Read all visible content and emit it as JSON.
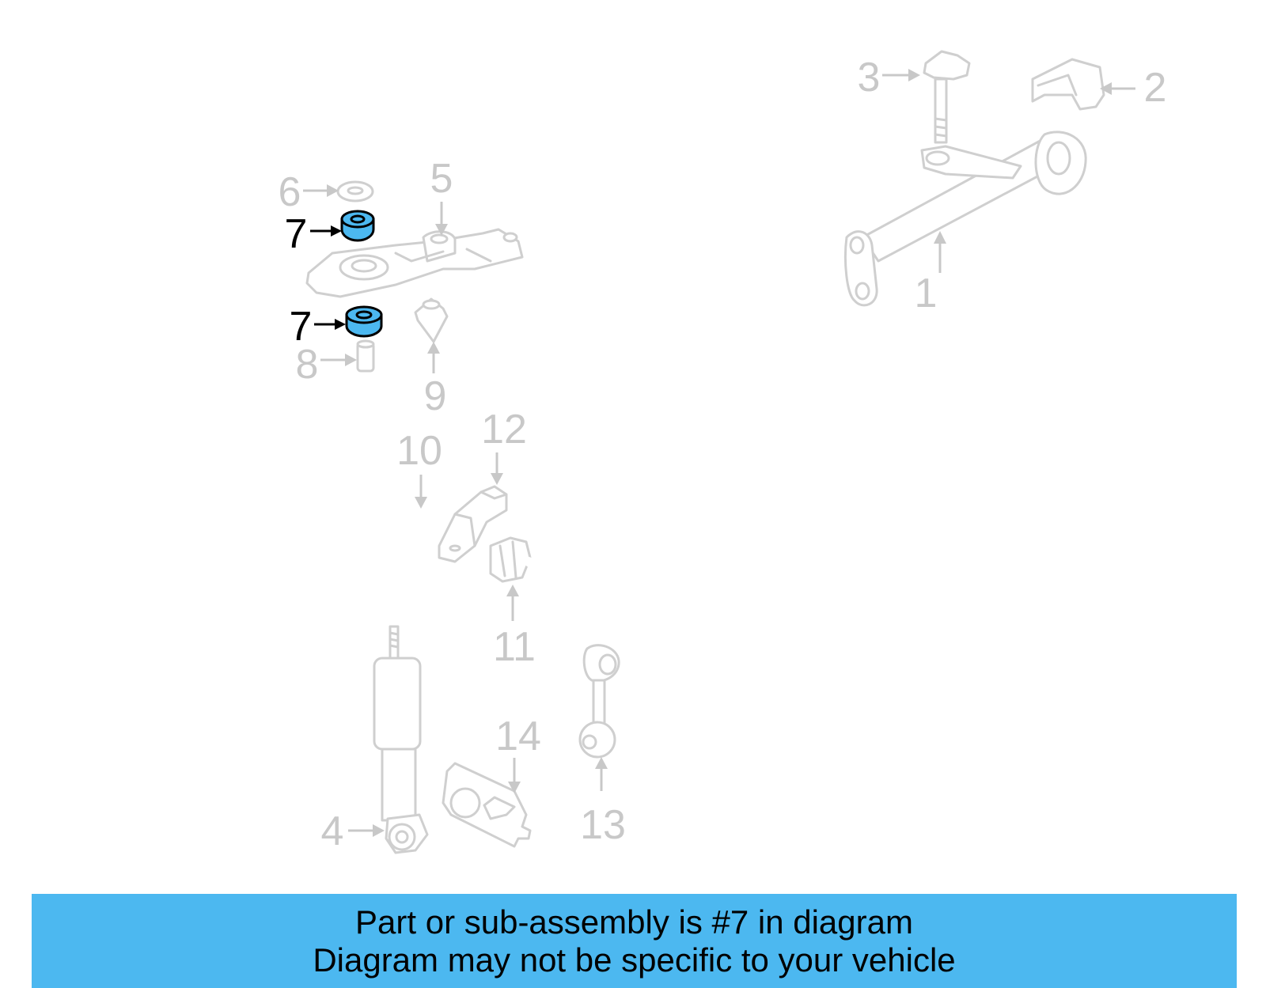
{
  "diagram": {
    "highlight_color": "#4cb8f0",
    "callouts": {
      "c1": "1",
      "c2": "2",
      "c3": "3",
      "c4": "4",
      "c5": "5",
      "c6": "6",
      "c7a": "7",
      "c7b": "7",
      "c8": "8",
      "c9": "9",
      "c10": "10",
      "c11": "11",
      "c12": "12",
      "c13": "13",
      "c14": "14"
    }
  },
  "banner": {
    "line1": "Part or sub-assembly is #7 in diagram",
    "line2": "Diagram may not be specific to your vehicle",
    "color": "#4cb8f0"
  }
}
